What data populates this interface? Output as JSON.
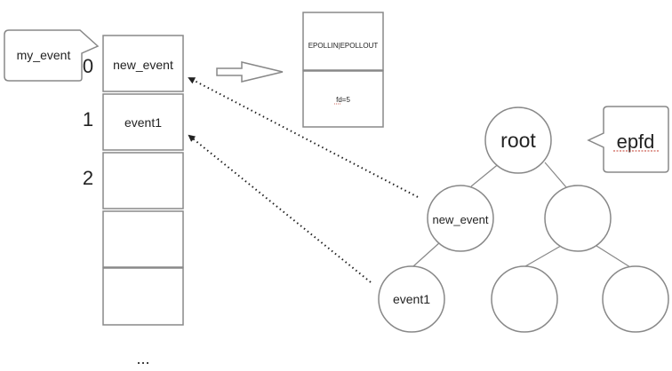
{
  "callout_left": {
    "text": "my_event"
  },
  "array": {
    "indices": [
      "0",
      "1",
      "2"
    ],
    "cells": [
      "new_event",
      "event1",
      "",
      "",
      ""
    ],
    "ellipsis": "..."
  },
  "struct_box": {
    "events": "EPOLLIN|EPOLLOUT",
    "fd": "fd=5"
  },
  "tree": {
    "root": "root",
    "nodes": [
      "new_event",
      "",
      "event1",
      "",
      ""
    ]
  },
  "callout_right": {
    "text": "epfd"
  }
}
